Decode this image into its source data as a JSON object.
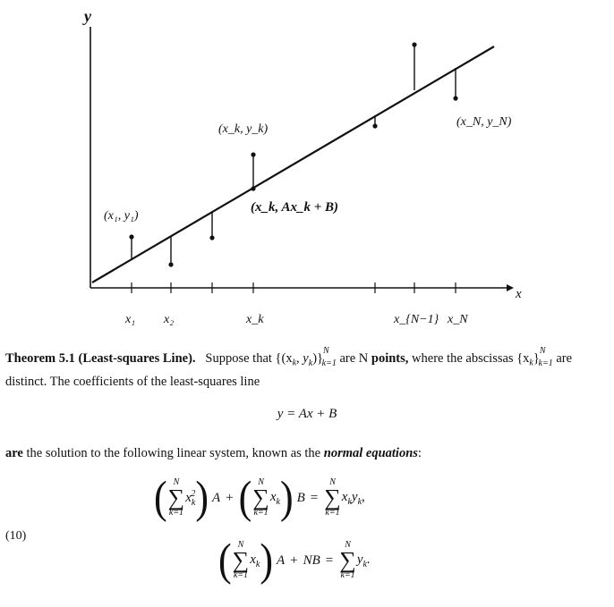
{
  "figure": {
    "y_axis_label": "y",
    "x_axis_label": "x",
    "point_labels": {
      "first": "(x₁, y₁)",
      "k": "(x_k, y_k)",
      "fit_k": "(x_k, Ax_k + B)",
      "N": "(x_N, y_N)"
    },
    "tick_labels": [
      "x₁",
      "x₂",
      "x_k",
      "x_{N−1}",
      "x_N"
    ]
  },
  "theorem": {
    "title": "Theorem 5.1 (Least-squares Line).",
    "sentence_1a": "Suppose that {(x",
    "sentence_1b": ")}",
    "sentence_1c": " are N ",
    "points_word": "points,",
    "sentence_1d": " where the abscissas {x",
    "sentence_1e": "}",
    "sentence_1f": " are distinct. The coefficients of the least-squares line"
  },
  "center_equation": "y = Ax + B",
  "normal_sentence": {
    "lead": "are",
    "middle": " the solution to the following linear system, known as the ",
    "emphasis": "normal equations",
    "end": ":"
  },
  "equation_number": "(10)",
  "equations": {
    "sum_top": "N",
    "sum_bottom": "k=1",
    "eq1_rhs_op": "=",
    "eq2_NB": "NB",
    "plus": "+",
    "A": "A",
    "B": "B"
  }
}
